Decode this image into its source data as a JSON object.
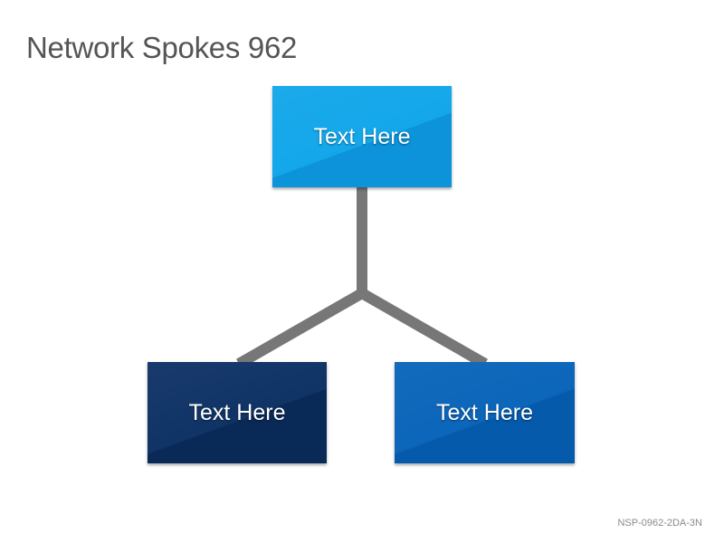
{
  "title": "Network Spokes 962",
  "nodes": {
    "top": {
      "label": "Text Here",
      "color": "#0ea5e9",
      "color_dark": "#0b84cc"
    },
    "left": {
      "label": "Text Here",
      "color": "#0b2f63",
      "color_dark": "#08244d"
    },
    "right": {
      "label": "Text Here",
      "color": "#0662b8",
      "color_dark": "#0454a0"
    }
  },
  "connector_color": "#777777",
  "footer": {
    "code": "NSP-0962-2DA-3N"
  }
}
